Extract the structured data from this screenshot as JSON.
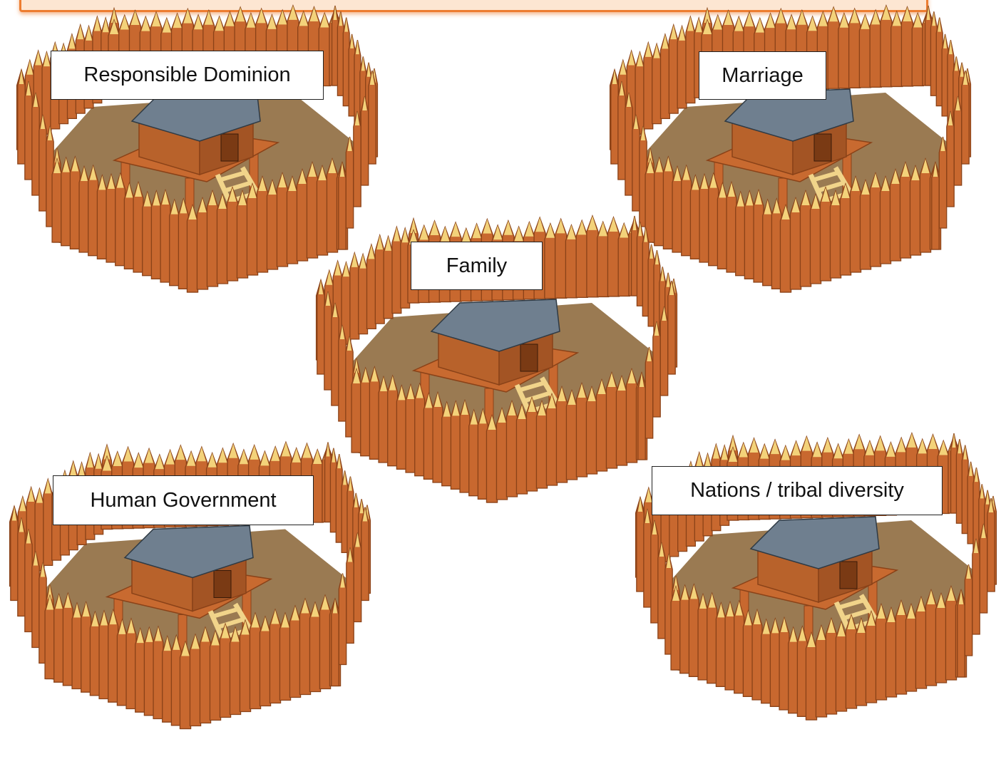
{
  "banner": {
    "text": ""
  },
  "forts": [
    {
      "id": "responsible-dominion",
      "label": "Responsible Dominion"
    },
    {
      "id": "marriage",
      "label": "Marriage"
    },
    {
      "id": "family",
      "label": "Family"
    },
    {
      "id": "human-government",
      "label": "Human Government"
    },
    {
      "id": "nations",
      "label": "Nations / tribal diversity"
    }
  ],
  "colors": {
    "banner_fill": "#fde6d2",
    "banner_border": "#ed7d31",
    "stake": "#c8682f",
    "stake_dark": "#8a4218",
    "stake_tip": "#f3d27a",
    "ground": "#9a7a52",
    "roof": "#6f7f8f",
    "hut": "#b8622b",
    "ladder": "#f1d48a"
  }
}
